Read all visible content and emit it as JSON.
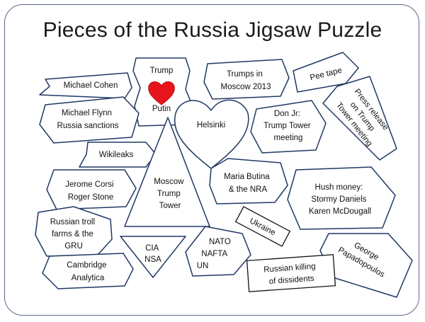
{
  "title": "Pieces of the Russia Jigsaw Puzzle",
  "colors": {
    "outline": "#1f3864",
    "heart": "#e8141c",
    "frame": "#5a6a8a"
  },
  "pieces": {
    "michael_cohen": [
      "Michael Cohen"
    ],
    "trump": [
      "Trump"
    ],
    "putin": [
      "Putin"
    ],
    "trumps_moscow": [
      "Trumps in",
      "Moscow 2013"
    ],
    "pee_tape": [
      "Pee tape"
    ],
    "michael_flynn": [
      "Michael Flynn",
      "Russia sanctions"
    ],
    "helsinki": [
      "Helsinki"
    ],
    "don_jr": [
      "Don Jr:",
      "Trump Tower",
      "meeting"
    ],
    "press_release": [
      "Press release",
      "on Trump",
      "Tower meeting"
    ],
    "wikileaks": [
      "Wikileaks"
    ],
    "moscow_tower": [
      "Moscow",
      "Trump",
      "Tower"
    ],
    "corsi_stone": [
      "Jerome Corsi",
      "Roger Stone"
    ],
    "maria_butina": [
      "Maria Butina",
      "& the NRA"
    ],
    "hush_money": [
      "Hush money:",
      "Stormy Daniels",
      "Karen McDougall"
    ],
    "troll_farms": [
      "Russian troll",
      "farms & the",
      "GRU"
    ],
    "ukraine": [
      "Ukraine"
    ],
    "cia_nsa": [
      "CIA",
      "NSA"
    ],
    "nato": [
      "NATO",
      "NAFTA",
      "UN"
    ],
    "papadopoulos": [
      "George",
      "Papadopoulos"
    ],
    "cambridge": [
      "Cambridge",
      "Analytica"
    ],
    "killing": [
      "Russian killing",
      "of dissidents"
    ]
  }
}
